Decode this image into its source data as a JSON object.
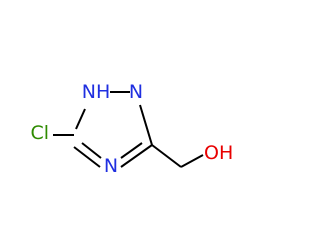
{
  "molecule": {
    "colors": {
      "bond": "#000000",
      "chlorine": "#2e8b00",
      "nitrogen": "#1f2fe0",
      "oxygen": "#e80000"
    },
    "atoms": {
      "cl": "Cl",
      "nh": "NH",
      "n_right": "N",
      "n_bottom": "N",
      "oh": "OH"
    }
  }
}
